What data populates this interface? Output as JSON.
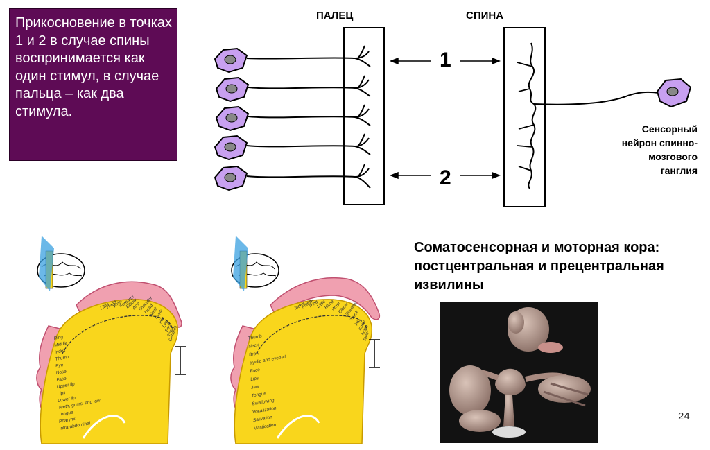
{
  "info_text": "Прикосновение в точках 1 и 2 в случае спины воспринимается как один стимул, в случае пальца – как два стимула.",
  "labels": {
    "finger": "ПАЛЕЦ",
    "back": "СПИНА",
    "point_1": "1",
    "point_2": "2",
    "neuron_caption_1": "Сенсорный",
    "neuron_caption_2": "нейрон спинно-",
    "neuron_caption_3": "мозгового",
    "neuron_caption_4": "ганглия"
  },
  "cortex_title": "Соматосенсорная и моторная кора: постцентральная и прецентральная извилины",
  "page_number": "24",
  "sensory_map": {
    "labels": [
      "Genitals",
      "Toes",
      "Foot",
      "Leg",
      "Hip",
      "Trunk",
      "Neck",
      "Head",
      "Shoulder",
      "Arm",
      "Elbow",
      "Forearm",
      "Wrist",
      "Hand",
      "Little",
      "Ring",
      "Middle",
      "Index",
      "Thumb",
      "Eye",
      "Nose",
      "Face",
      "Upper lip",
      "Lips",
      "Lower lip",
      "Teeth, gums, and jaw",
      "Tongue",
      "Pharynx",
      "Intra-abdominal"
    ]
  },
  "motor_map": {
    "labels": [
      "Toes",
      "Ankle",
      "Knee",
      "Hip",
      "Trunk",
      "Shoulder",
      "Elbow",
      "Wrist",
      "Hand",
      "Little",
      "Ring",
      "Middle",
      "Index",
      "Thumb",
      "Neck",
      "Brow",
      "Eyelid and eyeball",
      "Face",
      "Lips",
      "Jaw",
      "Tongue",
      "Swallowing",
      "Vocalization",
      "Salivation",
      "Mastication"
    ]
  },
  "colors": {
    "info_bg": "#5e0b55",
    "neuron_fill": "#c8a0f0",
    "cortex_fill": "#f9d61c",
    "face_fill": "#f0a0b0"
  }
}
